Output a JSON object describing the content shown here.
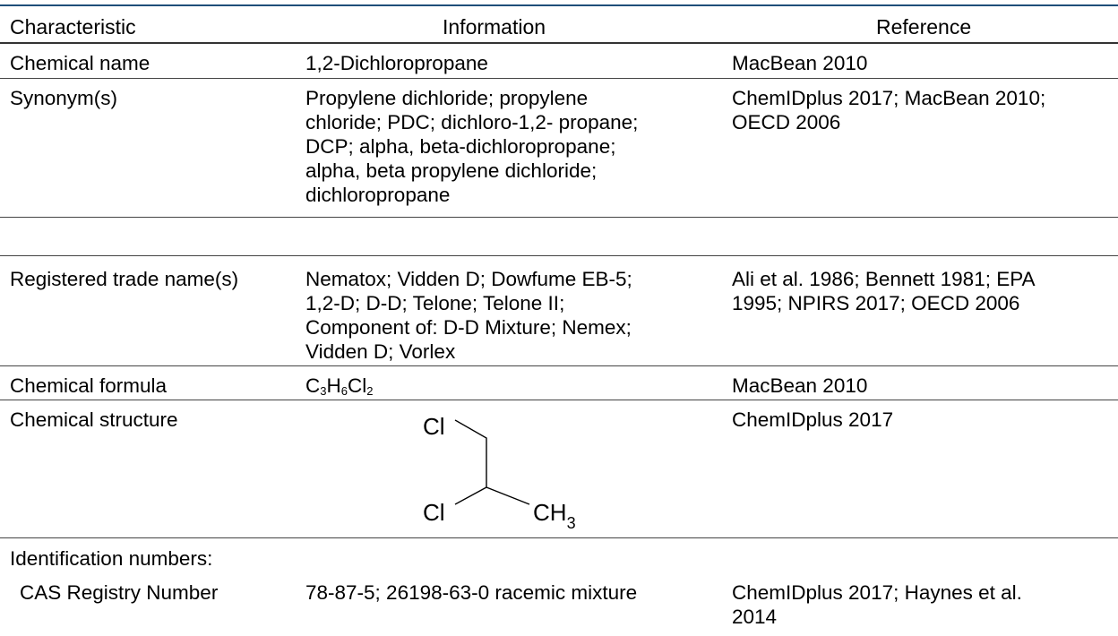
{
  "header": {
    "characteristic": "Characteristic",
    "information": "Information",
    "reference": "Reference"
  },
  "rows": {
    "chemical_name": {
      "label": "Chemical name",
      "info": "1,2-Dichloropropane",
      "ref": "MacBean 2010"
    },
    "synonyms": {
      "label": "Synonym(s)",
      "info_lines": [
        "Propylene dichloride; propylene",
        "chloride; PDC; dichloro-1,2- propane;",
        "DCP; alpha, beta-dichloropropane;",
        "alpha, beta propylene dichloride;",
        "dichloropropane"
      ],
      "ref_lines": [
        "ChemIDplus 2017; MacBean 2010;",
        "OECD 2006"
      ]
    },
    "trade_names": {
      "label": "Registered trade name(s)",
      "info_lines": [
        "Nematox; Vidden D; Dowfume EB-5;",
        "1,2-D; D-D; Telone; Telone II;",
        "Component of: D-D Mixture; Nemex;",
        "Vidden D; Vorlex"
      ],
      "ref_lines": [
        "Ali et al. 1986; Bennett 1981; EPA",
        "1995; NPIRS 2017; OECD 2006"
      ]
    },
    "formula": {
      "label": "Chemical formula",
      "c": "C",
      "c_n": "3",
      "h": "H",
      "h_n": "6",
      "cl": "Cl",
      "cl_n": "2",
      "ref": "MacBean 2010"
    },
    "structure": {
      "label": "Chemical structure",
      "cl_top": "Cl",
      "cl_bottom": "Cl",
      "ch": "CH",
      "ch_n": "3",
      "ref": "ChemIDplus 2017"
    },
    "identification": {
      "label": "Identification numbers:"
    },
    "cas": {
      "label": "CAS Registry Number",
      "info": "78-87-5; 26198-63-0 racemic mixture",
      "ref_lines": [
        "ChemIDplus 2017; Haynes et al.",
        "2014"
      ]
    }
  }
}
